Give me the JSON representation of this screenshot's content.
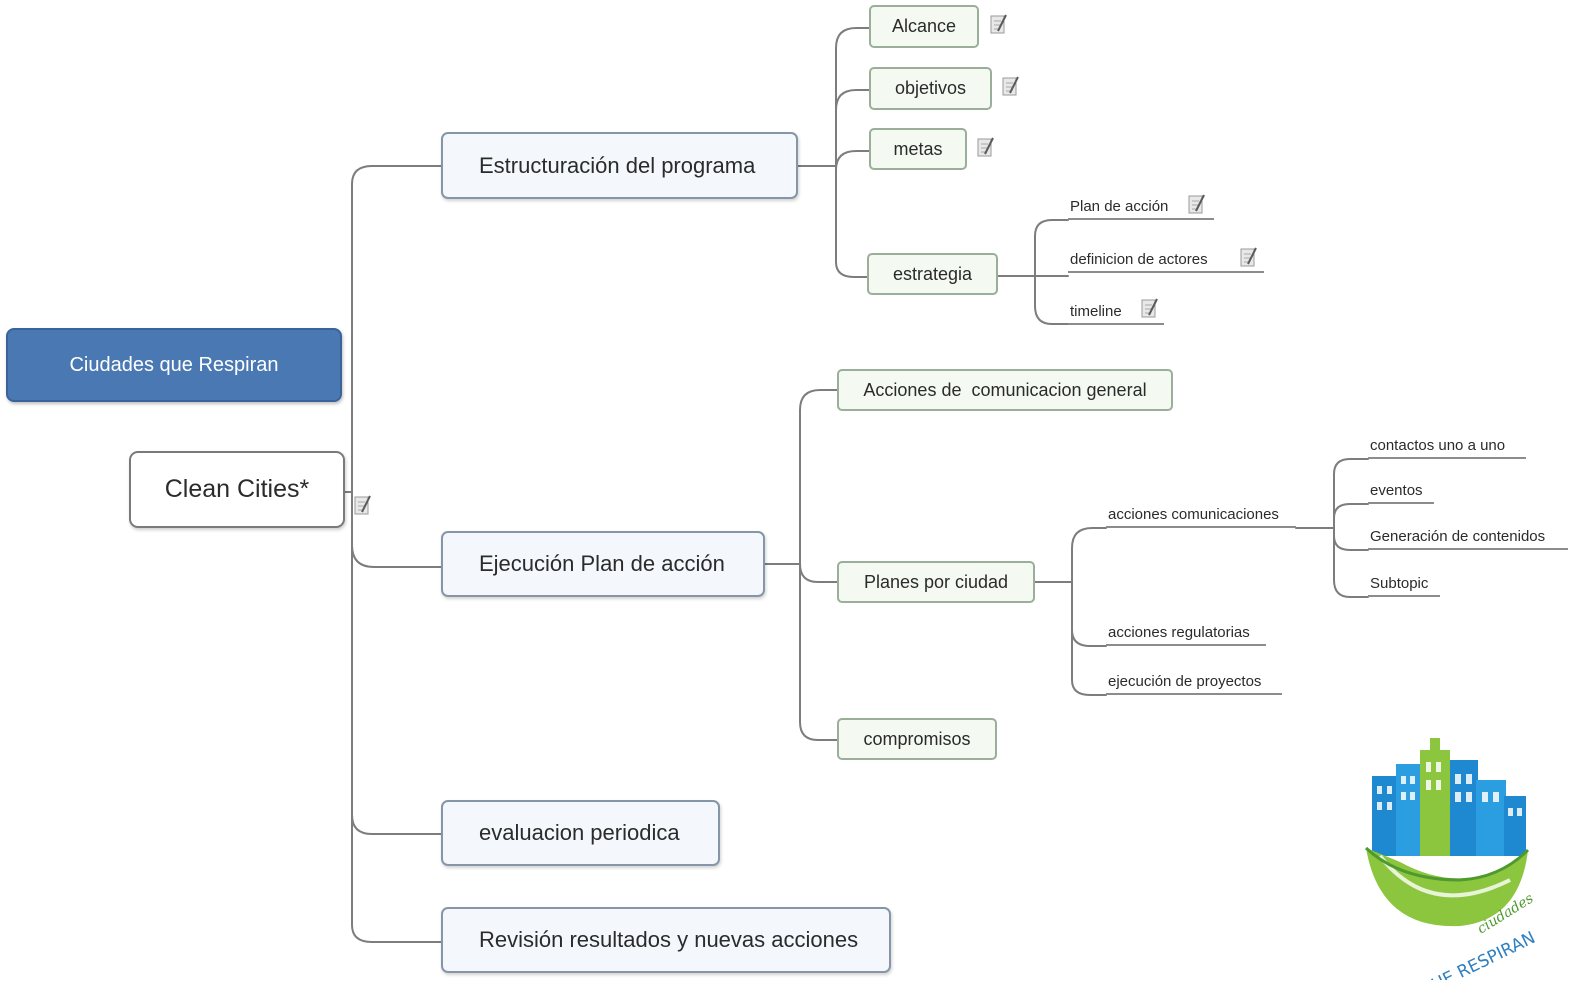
{
  "title_box": "Ciudades que Respiran",
  "root": "Clean Cities*",
  "branches": {
    "estructuracion": {
      "label": "Estructuración del programa",
      "children": {
        "alcance": "Alcance",
        "objetivos": "objetivos",
        "metas": "metas",
        "estrategia": {
          "label": "estrategia",
          "children": [
            "Plan de acción",
            "definicion de actores",
            "timeline"
          ]
        }
      }
    },
    "ejecucion": {
      "label": "Ejecución Plan de acción",
      "children": {
        "acciones_comunicacion": "Acciones de  comunicacion general",
        "planes_ciudad": {
          "label": "Planes por ciudad",
          "acciones_comunicaciones": {
            "label": "acciones comunicaciones",
            "children": [
              "contactos uno a uno",
              "eventos",
              "Generación de contenidos",
              "Subtopic"
            ]
          },
          "acciones_regulatorias": "acciones regulatorias",
          "ejecucion_proyectos": "ejecución de proyectos"
        },
        "compromisos": "compromisos"
      }
    },
    "evaluacion": "evaluacion periodica",
    "revision": "Revisión resultados y nuevas acciones"
  },
  "logo": {
    "script_text": "ciudades",
    "text": "QUE RESPIRAN",
    "colors": {
      "green": "#8cc63f",
      "dark_green": "#4f9a2e",
      "blue": "#1e88d0",
      "text_blue": "#2f7fc1"
    }
  },
  "colors": {
    "title_fill": "#4a78b3",
    "connector": "#7d7d7d"
  }
}
